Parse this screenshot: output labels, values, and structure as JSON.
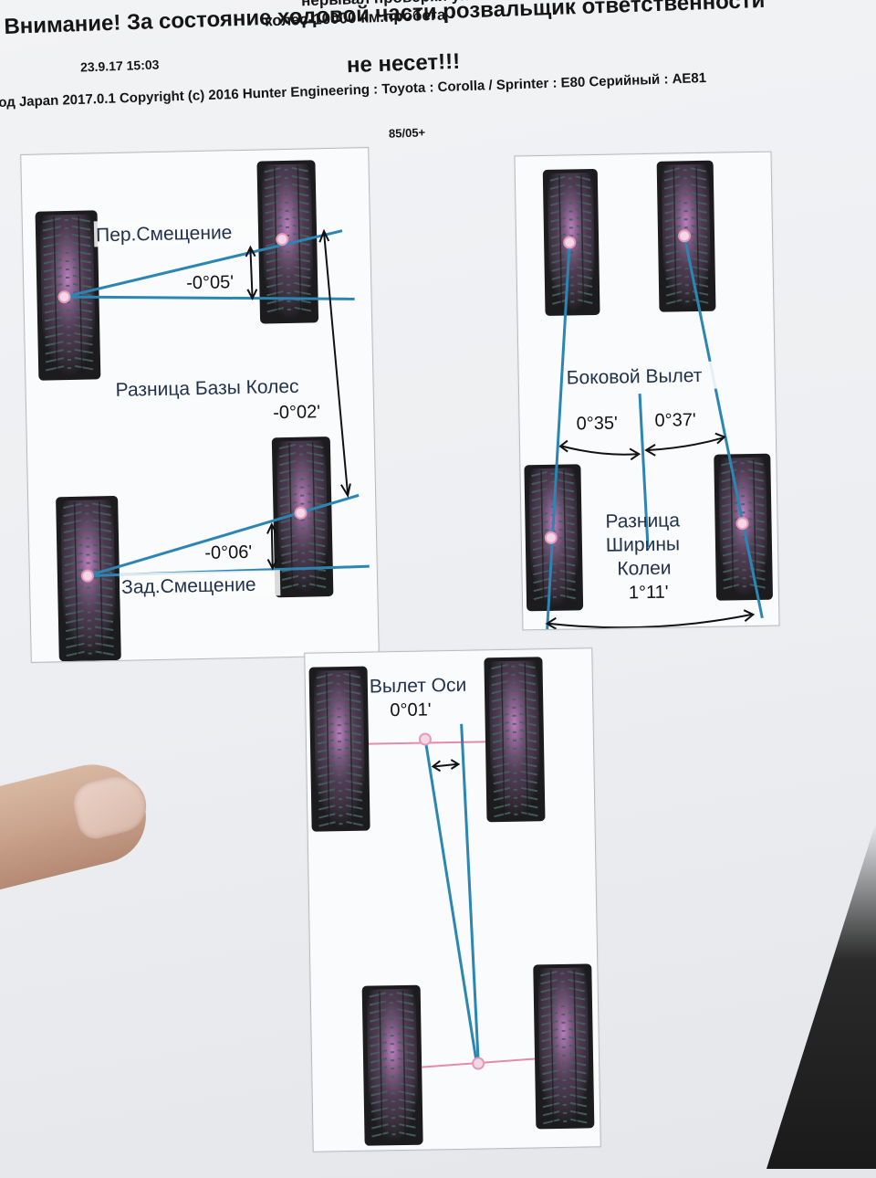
{
  "header": {
    "line_top": "нерывал проверки угл",
    "line1": "колес-10000 км.пробега",
    "warning_line1": "Внимание! За состояние ходовой части розвальщик ответственности",
    "warning_line2": "не несет!!!",
    "date": "23.9.17 15:03",
    "copyright_line": "од Japan 2017.0.1 Copyright (c) 2016 Hunter Engineering : Toyota : Corolla / Sprinter : E80 Серийный :  AE81",
    "copyright_line2": "85/05+"
  },
  "panel_offset": {
    "front_label": "Пер.Смещение",
    "front_value": "-0°05'",
    "wheelbase_label": "Разница Базы Колес",
    "wheelbase_value": "-0°02'",
    "rear_value": "-0°06'",
    "rear_label": "Зад.Смещение"
  },
  "panel_setback": {
    "label": "Боковой Вылет",
    "left_value": "0°35'",
    "right_value": "0°37'",
    "track_label_1": "Разница",
    "track_label_2": "Ширины",
    "track_label_3": "Колеи",
    "track_value": "1°11'"
  },
  "panel_thrust": {
    "label": "Вылет Оси",
    "value": "0°01'"
  },
  "colors": {
    "measure_line": "#2c86b3",
    "axle_line": "#e58aa8",
    "tire": "#1c1c1e",
    "tire_highlight": "#c586c9",
    "tread": "#46605f"
  }
}
